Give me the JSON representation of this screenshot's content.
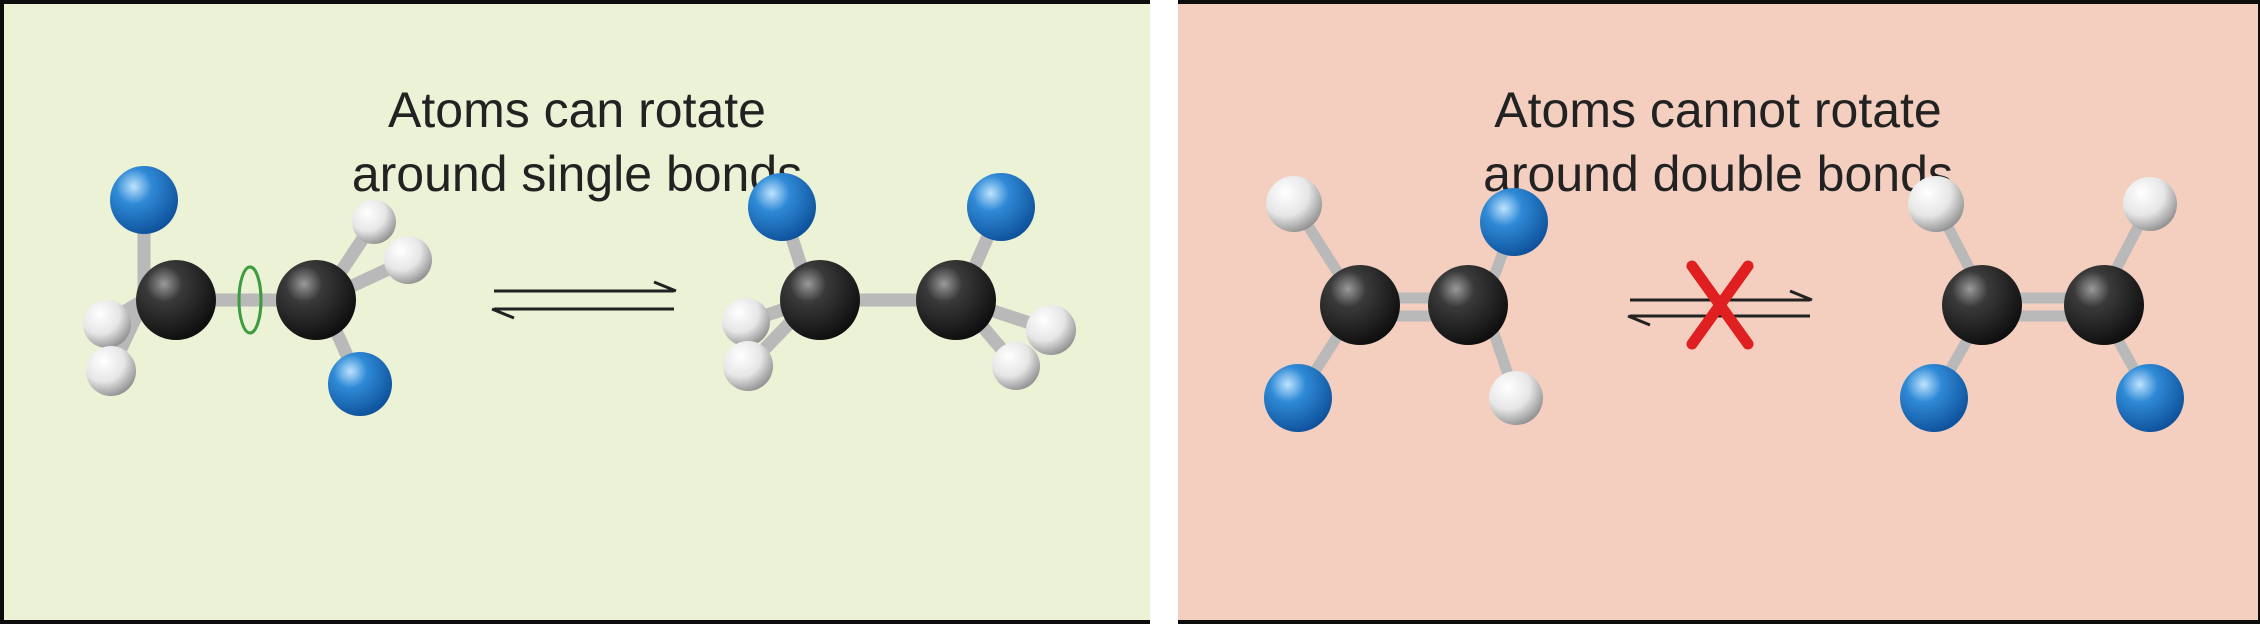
{
  "left_panel": {
    "title_line1": "Atoms can rotate",
    "title_line2": "around single bonds",
    "background": "#ebf2d5"
  },
  "right_panel": {
    "title_line1": "Atoms cannot rotate",
    "title_line2": "around double bonds",
    "background": "#f4cfc0"
  },
  "colors": {
    "carbon": "#2b2b2b",
    "hydrogen": "#ececec",
    "substituent": "#2d86d2",
    "bond": "#bdbdbd",
    "rotation_ring": "#3f9b3f",
    "blocked_mark": "#e02020",
    "arrow": "#222222"
  },
  "icons": {
    "rotation": "rotation-ring-icon",
    "equilibrium": "equilibrium-arrows-icon",
    "blocked": "red-x-icon"
  }
}
